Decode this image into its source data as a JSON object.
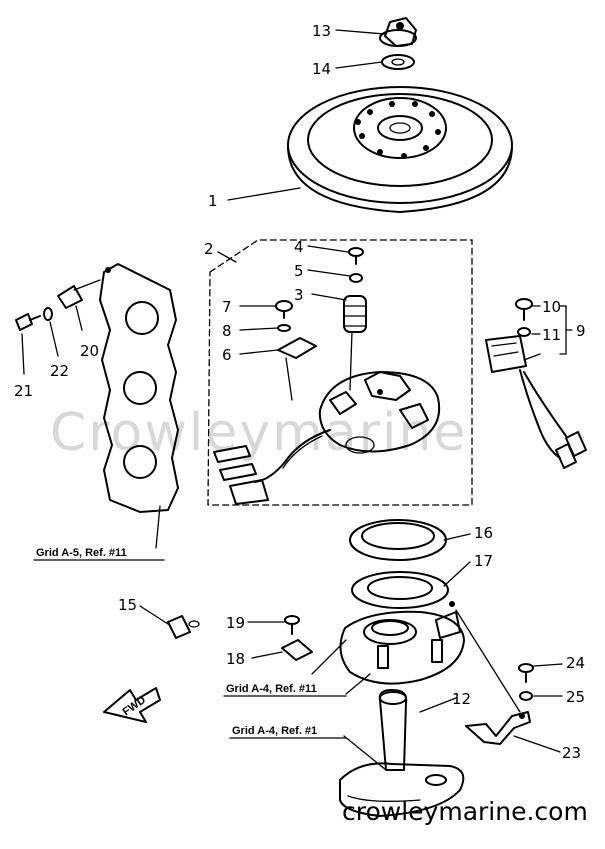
{
  "diagram": {
    "callouts": [
      "1",
      "2",
      "3",
      "4",
      "5",
      "6",
      "7",
      "8",
      "9",
      "10",
      "11",
      "12",
      "13",
      "14",
      "15",
      "16",
      "17",
      "18",
      "19",
      "20",
      "21",
      "22",
      "23",
      "24",
      "25"
    ],
    "grid_refs": [
      "Grid A-5, Ref. #11",
      "Grid A-4, Ref. #11",
      "Grid A-4, Ref. #1"
    ],
    "fwd_label": "FWD",
    "watermark": "Crowleymarine",
    "site": "crowleymarine.com"
  },
  "colors": {
    "ink": "#000000",
    "watermark": "#d8d8d8",
    "paper": "#ffffff"
  }
}
